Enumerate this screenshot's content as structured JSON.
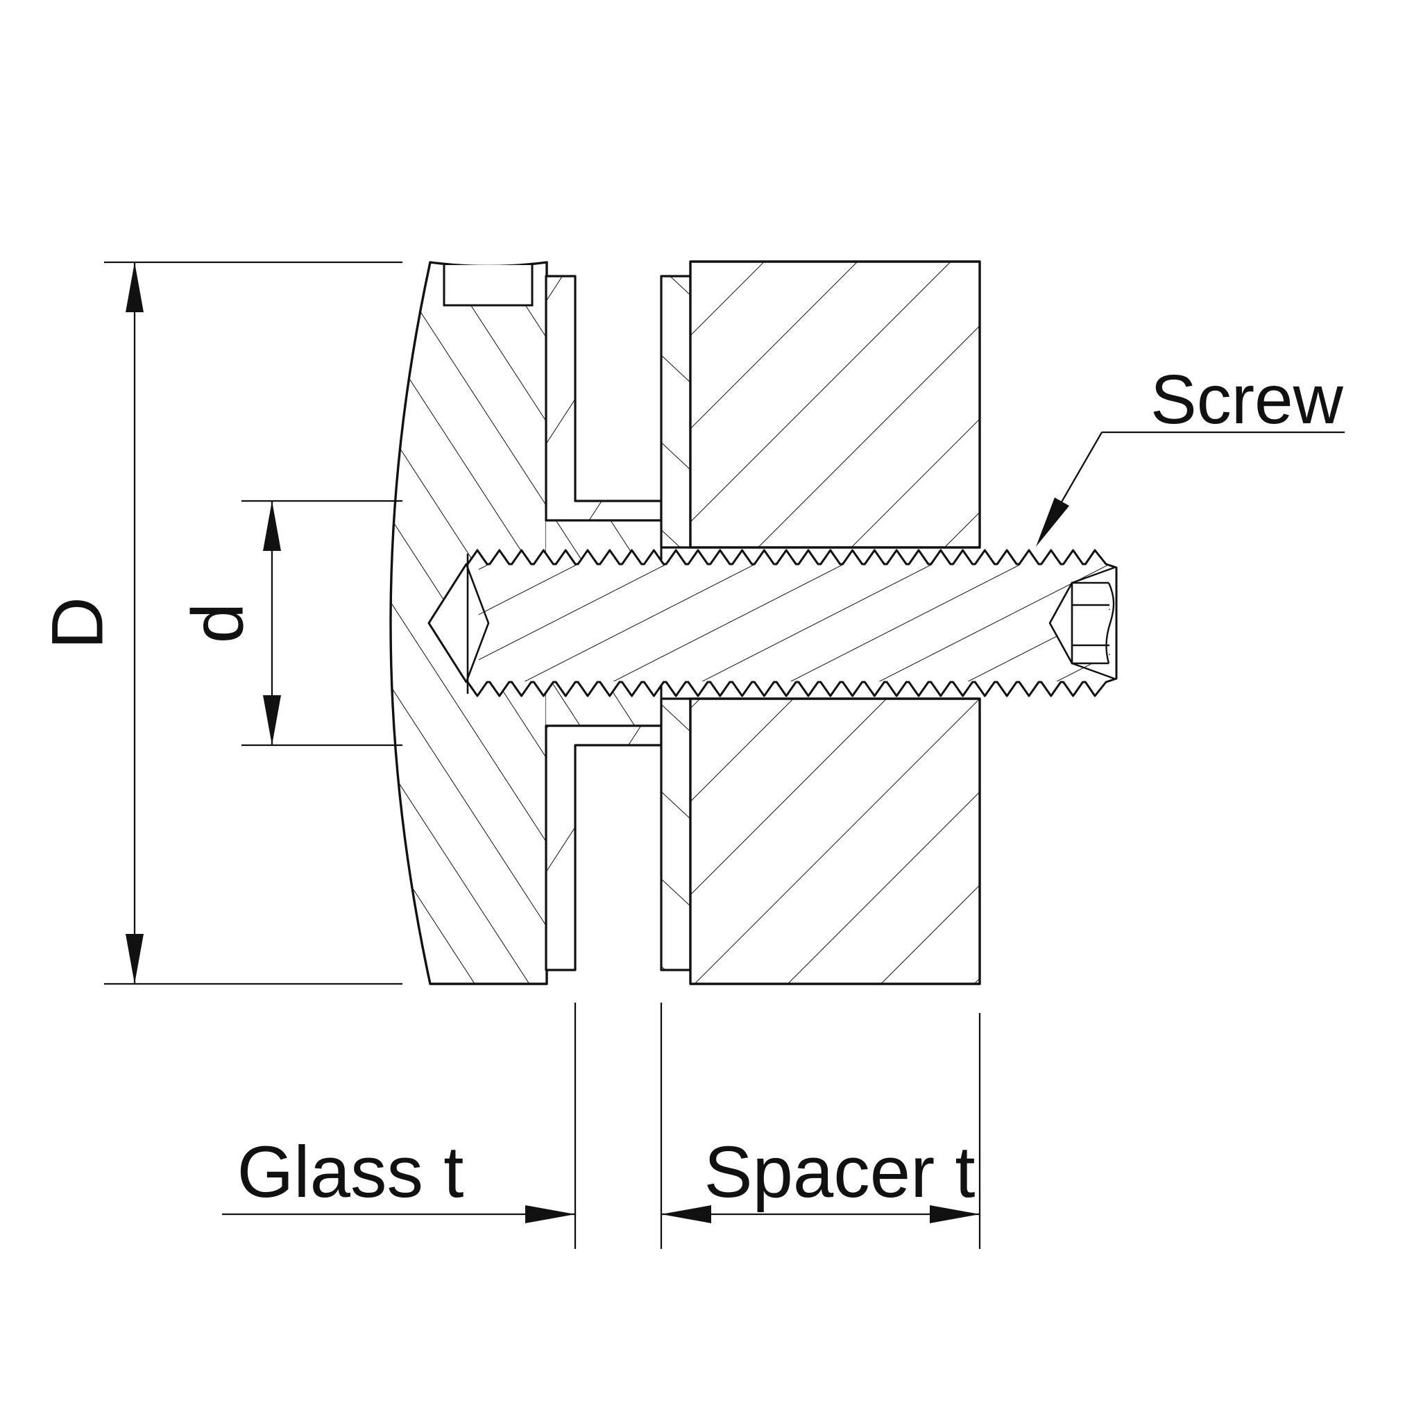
{
  "page": {
    "background": "#ffffff",
    "line_color": "#111111"
  },
  "annotations": {
    "outer_diameter_label": "D",
    "stem_diameter_label": "d",
    "screw_label": "Screw",
    "glass_thickness_label": "Glass t",
    "spacer_thickness_label": "Spacer t"
  }
}
